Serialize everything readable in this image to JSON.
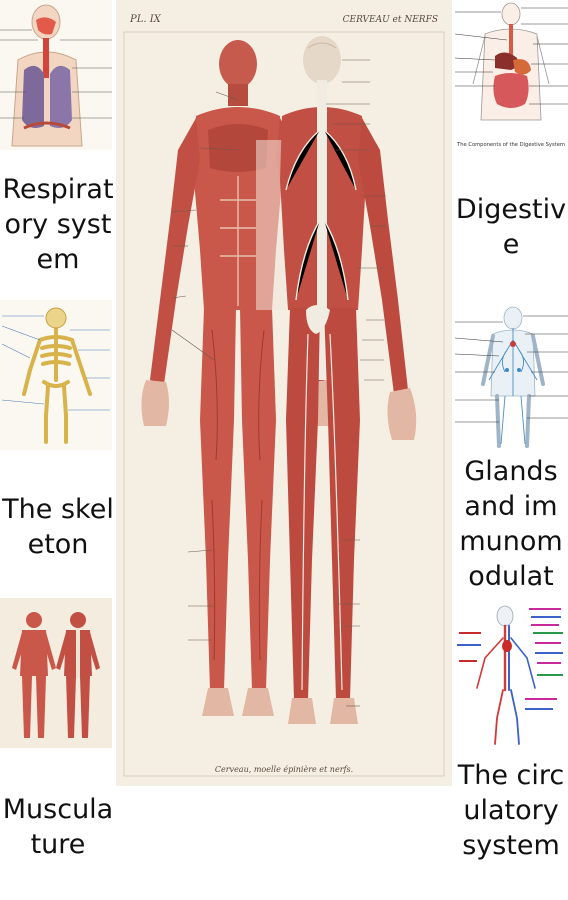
{
  "colors": {
    "paper": "#f5efe3",
    "muscle": "#c9574a",
    "muscle_dark": "#9e3a30",
    "bone": "#e2c97a",
    "nerve": "#f1ece2",
    "label_text": "#111111"
  },
  "plate": {
    "header_left": "PL. IX",
    "header_right": "CERVEAU et NERFS",
    "caption": "Cerveau, moelle épinière et nerfs."
  },
  "left_tiles": [
    {
      "label": "Respiratory system",
      "icon": "respiratory-thumbnail"
    },
    {
      "label": "The skeleton",
      "icon": "skeleton-thumbnail"
    },
    {
      "label": "Musculature",
      "icon": "musculature-thumbnail"
    }
  ],
  "right_tiles": [
    {
      "label": "Digestive",
      "icon": "digestive-thumbnail",
      "thumb_caption": "The Components of the Digestive System"
    },
    {
      "label": "Glands and immunomodulat",
      "icon": "glands-thumbnail"
    },
    {
      "label": "The circulatory system",
      "icon": "circulatory-thumbnail"
    }
  ]
}
